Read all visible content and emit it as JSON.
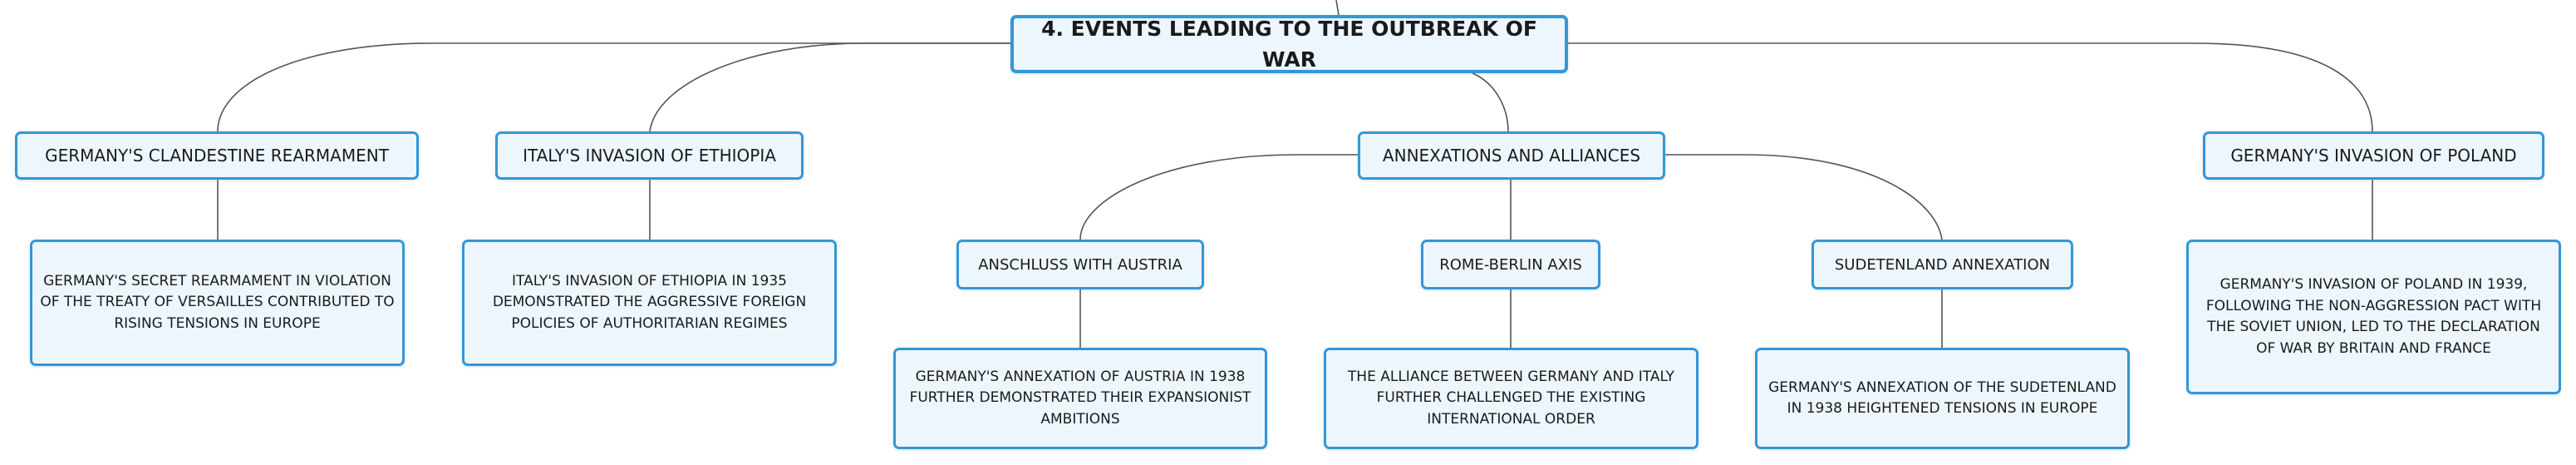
{
  "root": {
    "label": "4. EVENTS LEADING TO THE OUTBREAK OF WAR"
  },
  "branches": {
    "rearmament": {
      "label": "GERMANY'S CLANDESTINE REARMAMENT",
      "detail": "GERMANY'S SECRET REARMAMENT IN VIOLATION OF THE TREATY OF VERSAILLES CONTRIBUTED TO RISING TENSIONS IN EUROPE"
    },
    "ethiopia": {
      "label": "ITALY'S INVASION OF ETHIOPIA",
      "detail": "ITALY'S INVASION OF ETHIOPIA IN 1935 DEMONSTRATED THE AGGRESSIVE FOREIGN POLICIES OF AUTHORITARIAN REGIMES"
    },
    "annexations": {
      "label": "ANNEXATIONS AND ALLIANCES",
      "children": {
        "anschluss": {
          "label": "ANSCHLUSS WITH AUSTRIA",
          "detail": "GERMANY'S ANNEXATION OF AUSTRIA IN 1938 FURTHER DEMONSTRATED THEIR EXPANSIONIST AMBITIONS"
        },
        "axis": {
          "label": "ROME-BERLIN AXIS",
          "detail": "THE ALLIANCE BETWEEN GERMANY AND ITALY FURTHER CHALLENGED THE EXISTING INTERNATIONAL ORDER"
        },
        "sudetenland": {
          "label": "SUDETENLAND ANNEXATION",
          "detail": "GERMANY'S ANNEXATION OF THE SUDETENLAND IN 1938 HEIGHTENED TENSIONS IN EUROPE"
        }
      }
    },
    "poland": {
      "label": "GERMANY'S INVASION OF POLAND",
      "detail": "GERMANY'S INVASION OF POLAND IN 1939, FOLLOWING THE NON-AGGRESSION PACT WITH THE SOVIET UNION, LED TO THE DECLARATION OF WAR BY BRITAIN AND FRANCE"
    }
  },
  "colors": {
    "border": "#3596d8",
    "fill": "#eef6fd",
    "connector": "#555555"
  }
}
